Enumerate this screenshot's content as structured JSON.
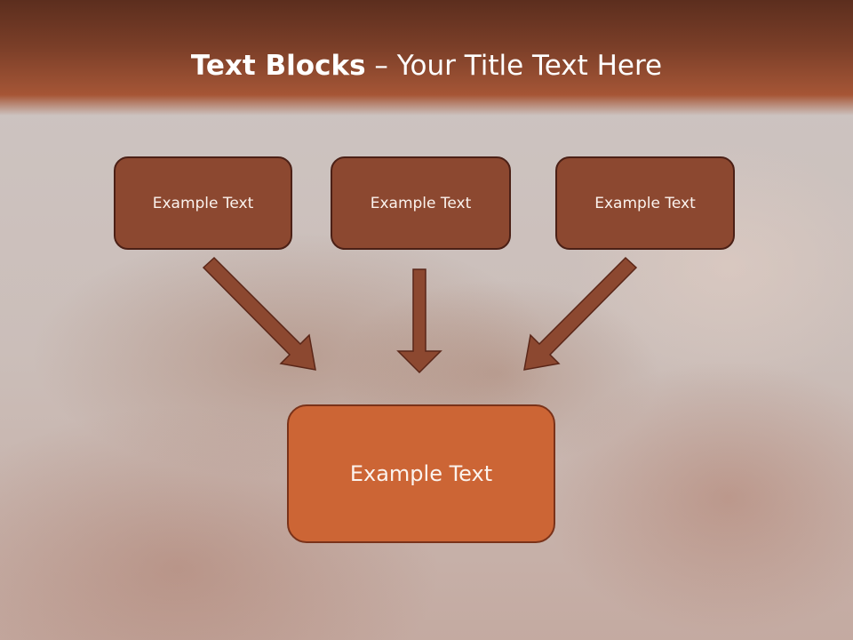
{
  "slide": {
    "title_bold": "Text Blocks",
    "title_sep": " – ",
    "title_rest": "Your Title Text Here"
  },
  "diagram": {
    "top_boxes": [
      {
        "label": "Example Text"
      },
      {
        "label": "Example Text"
      },
      {
        "label": "Example Text"
      }
    ],
    "target_box": {
      "label": "Example Text"
    },
    "arrows": [
      {
        "from": "top_boxes.0",
        "to": "target_box",
        "direction": "down-right"
      },
      {
        "from": "top_boxes.1",
        "to": "target_box",
        "direction": "down"
      },
      {
        "from": "top_boxes.2",
        "to": "target_box",
        "direction": "down-left"
      }
    ]
  },
  "colors": {
    "header_dark": "#5c2e1e",
    "header_light": "#a65535",
    "box_fill": "#8c4830",
    "box_border": "#4b2016",
    "target_fill": "#cc6535",
    "arrow_fill": "#8c4830"
  }
}
